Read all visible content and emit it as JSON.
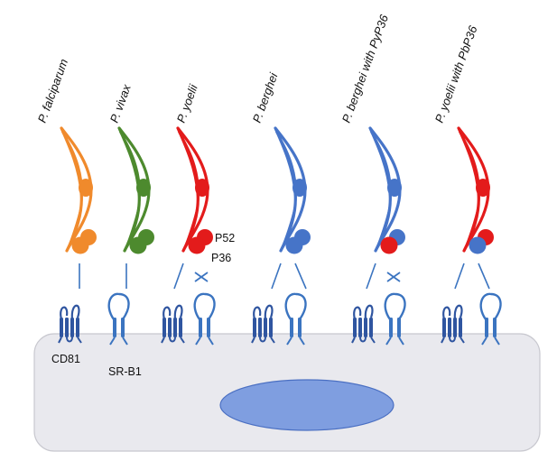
{
  "colors": {
    "orange": "#f08a2c",
    "green": "#4d8a2e",
    "red": "#e31b1b",
    "blue": "#4674c8",
    "receptor_cd81": "#2f55a0",
    "receptor_srb1": "#3b74c0",
    "cell_fill": "#e9e9ee",
    "cell_stroke": "#c8c8cf",
    "nucleus_fill": "#7f9ee0",
    "nucleus_stroke": "#4a6fc2"
  },
  "species": [
    {
      "label": "P. falciparum",
      "color_key": "orange",
      "lower": "orange",
      "upper": "orange",
      "lower_name": "",
      "upper_name": ""
    },
    {
      "label": "P. vivax",
      "color_key": "green",
      "lower": "green",
      "upper": "green",
      "lower_name": "",
      "upper_name": ""
    },
    {
      "label": "P. yoelii",
      "color_key": "red",
      "lower": "red",
      "upper": "red",
      "lower_name": "P36",
      "upper_name": "P52"
    },
    {
      "label": "P. berghei",
      "color_key": "blue",
      "lower": "blue",
      "upper": "blue",
      "lower_name": "",
      "upper_name": ""
    },
    {
      "label": "P. berghei with PyP36",
      "color_key": "blue",
      "lower": "red",
      "upper": "blue",
      "lower_name": "",
      "upper_name": ""
    },
    {
      "label": "P. yoelii with PbP36",
      "color_key": "red",
      "lower": "blue",
      "upper": "red",
      "lower_name": "",
      "upper_name": ""
    }
  ],
  "receptors": {
    "cd81_label": "CD81",
    "srb1_label": "SR-B1"
  },
  "links": [
    {
      "cd81": "connected",
      "srb1": "none"
    },
    {
      "cd81": "none",
      "srb1": "connected"
    },
    {
      "cd81": "connected",
      "srb1": "blocked"
    },
    {
      "cd81": "connected",
      "srb1": "connected"
    },
    {
      "cd81": "connected",
      "srb1": "blocked"
    },
    {
      "cd81": "connected",
      "srb1": "connected"
    }
  ],
  "icons": {
    "sporozoite": "sporozoite-icon",
    "cd81": "cd81-receptor-icon",
    "srb1": "srb1-receptor-icon",
    "blocked": "cross-icon",
    "nucleus": "nucleus-icon"
  }
}
